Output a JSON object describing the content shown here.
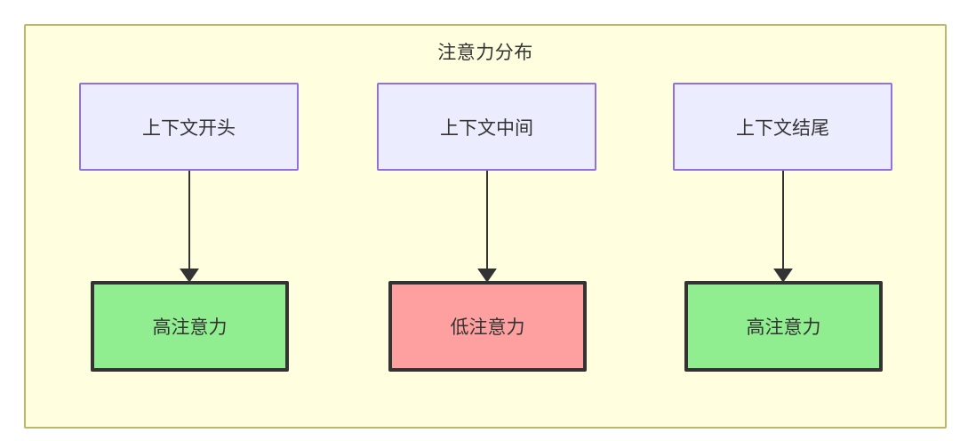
{
  "diagram": {
    "title": "注意力分布",
    "colors": {
      "subgraph_fill": "#ffffe0",
      "subgraph_border": "#bdb76b",
      "context_fill": "#ececff",
      "context_border": "#9370db",
      "high_attention_fill": "#90ee90",
      "low_attention_fill": "#ffa0a0",
      "node_border": "#333333",
      "edge": "#333333",
      "text": "#333333"
    },
    "context_nodes": [
      {
        "id": "context-start",
        "label": "上下文开头"
      },
      {
        "id": "context-middle",
        "label": "上下文中间"
      },
      {
        "id": "context-end",
        "label": "上下文结尾"
      }
    ],
    "attention_nodes": [
      {
        "id": "attention-high-start",
        "label": "高注意力",
        "level": "high"
      },
      {
        "id": "attention-low-middle",
        "label": "低注意力",
        "level": "low"
      },
      {
        "id": "attention-high-end",
        "label": "高注意力",
        "level": "high"
      }
    ],
    "edges": [
      {
        "from": "上下文开头",
        "to": "高注意力"
      },
      {
        "from": "上下文中间",
        "to": "低注意力"
      },
      {
        "from": "上下文结尾",
        "to": "高注意力"
      }
    ]
  }
}
